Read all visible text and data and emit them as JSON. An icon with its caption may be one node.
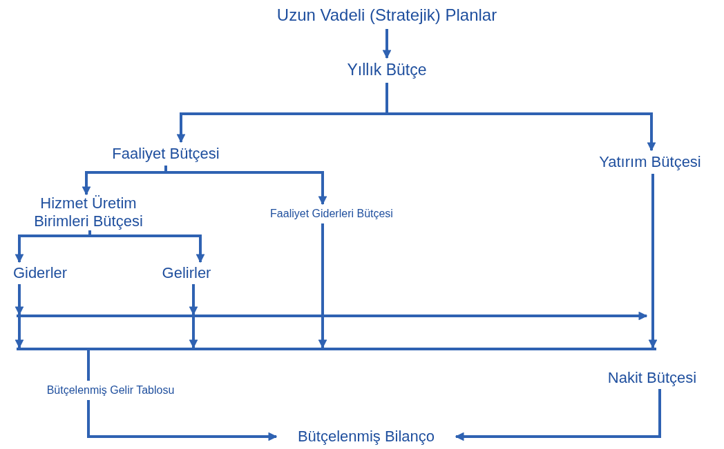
{
  "diagram": {
    "nodes": [
      {
        "text": [
          "Uzun Vadeli (Stratejik) Planlar"
        ]
      },
      {
        "text": [
          "Yıllık Bütçe"
        ]
      },
      {
        "text": [
          "Faaliyet Bütçesi"
        ]
      },
      {
        "text": [
          "Yatırım Bütçesi"
        ]
      },
      {
        "text": [
          "Hizmet Üretim Birimleri Bütçesi"
        ]
      },
      {
        "text": [
          "Faaliyet Giderleri Bütçesi"
        ]
      },
      {
        "text": [
          "Giderler"
        ]
      },
      {
        "text": [
          "Gelirler"
        ]
      },
      {
        "text": [],
        "shape": "bar"
      },
      {
        "text": [],
        "shape": "bar"
      },
      {
        "text": [
          "Bütçelenmiş Gelir Tablosu"
        ]
      },
      {
        "text": [
          "Nakit Bütçesi"
        ]
      },
      {
        "text": [
          "Bütçelenmiş Bilanço"
        ]
      }
    ],
    "edges": [
      {
        "from": 0,
        "to": 1,
        "arrow": "to"
      },
      {
        "from": 1,
        "to": 2,
        "arrow": "to"
      },
      {
        "from": 1,
        "to": 3,
        "arrow": "to"
      },
      {
        "from": 2,
        "to": 4,
        "arrow": "to"
      },
      {
        "from": 2,
        "to": 5,
        "arrow": "to"
      },
      {
        "from": 4,
        "to": 6,
        "arrow": "to"
      },
      {
        "from": 4,
        "to": 7,
        "arrow": "to"
      },
      {
        "from": 6,
        "to": 8,
        "arrow": "to"
      },
      {
        "from": 7,
        "to": 8,
        "arrow": "to"
      },
      {
        "from": 8,
        "to": 9,
        "arrow": "to"
      },
      {
        "from": 8,
        "to": 9,
        "arrow": "to"
      },
      {
        "from": 5,
        "to": 9,
        "arrow": "to"
      },
      {
        "from": 3,
        "to": 9,
        "arrow": "to"
      },
      {
        "from": 8,
        "to": null,
        "arrow": "to"
      },
      {
        "from": 9,
        "to": 10,
        "arrow": "none"
      },
      {
        "from": 10,
        "to": 12,
        "arrow": "to"
      },
      {
        "from": 11,
        "to": 12,
        "arrow": "to"
      }
    ]
  }
}
